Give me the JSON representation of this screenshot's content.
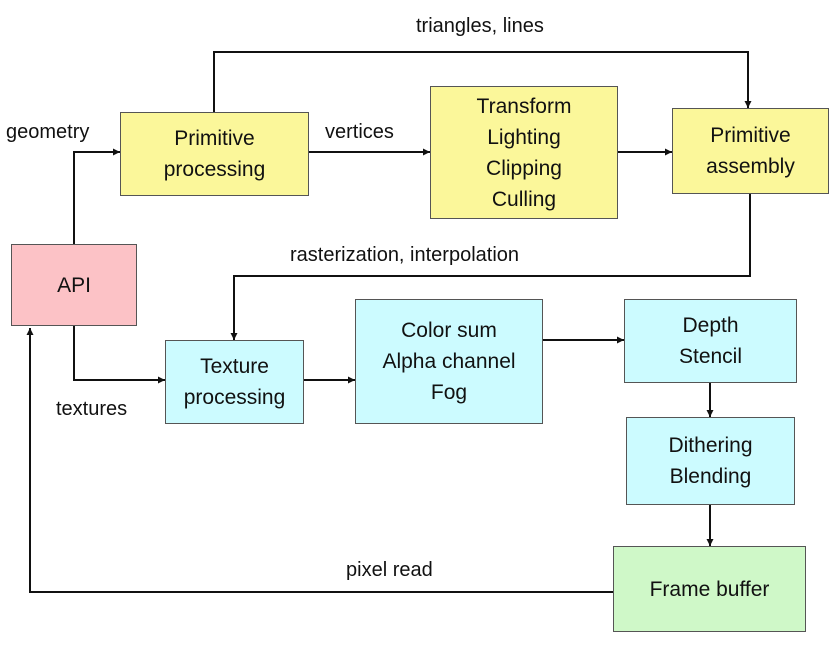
{
  "colors": {
    "yellow_box": "#fbf79a",
    "cyan_box": "#ccfbff",
    "pink_box": "#fcc2c6",
    "green_box": "#cff8c8",
    "edge": "#111111"
  },
  "nodes": {
    "primitive_processing": {
      "lines": [
        "Primitive",
        "processing"
      ]
    },
    "transform": {
      "lines": [
        "Transform",
        "Lighting",
        "Clipping",
        "Culling"
      ]
    },
    "primitive_assembly": {
      "lines": [
        "Primitive",
        "assembly"
      ]
    },
    "api": {
      "lines": [
        "API"
      ]
    },
    "texture_processing": {
      "lines": [
        "Texture",
        "processing"
      ]
    },
    "color_sum": {
      "lines": [
        "Color sum",
        "Alpha channel",
        "Fog"
      ]
    },
    "depth_stencil": {
      "lines": [
        "Depth",
        "Stencil"
      ]
    },
    "dithering_blending": {
      "lines": [
        "Dithering",
        "Blending"
      ]
    },
    "frame_buffer": {
      "lines": [
        "Frame buffer"
      ]
    }
  },
  "edge_labels": {
    "triangles_lines": "triangles, lines",
    "geometry": "geometry",
    "vertices": "vertices",
    "rasterization": "rasterization, interpolation",
    "textures": "textures",
    "pixel_read": "pixel read"
  }
}
